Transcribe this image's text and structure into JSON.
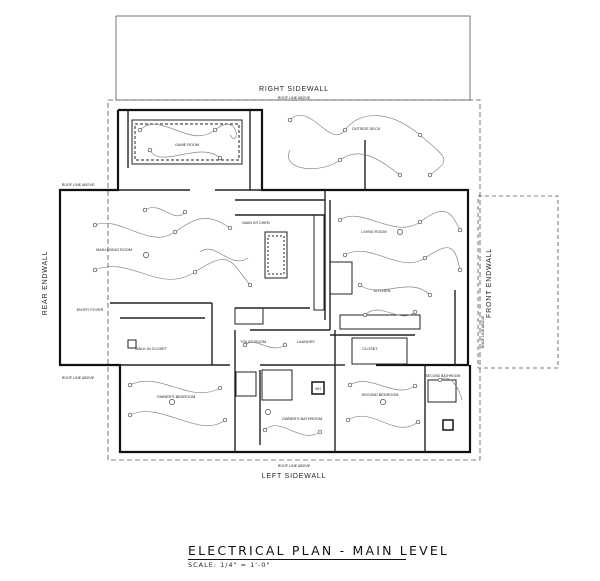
{
  "labels": {
    "right_sidewall": "RIGHT SIDEWALL",
    "left_sidewall": "LEFT SIDEWALL",
    "rear_endwall": "REAR ENDWALL",
    "front_endwall": "FRONT ENDWALL",
    "roof_line_top": "ROOF LINE ABOVE",
    "roof_line_bottom": "ROOF LINE ABOVE",
    "roof_line_rear_top": "ROOF LINE ABOVE",
    "roof_line_rear_bottom": "ROOF LINE ABOVE",
    "roof_line_front": "ROOF LINE ABOVE"
  },
  "rooms": {
    "game_room": "GAME ROOM",
    "outside_deck": "OUTSIDE DECK",
    "main_kitchen": "MAIN KITCHEN",
    "main_living_room": "MAIN LIVING ROOM",
    "living_room": "LIVING ROOM",
    "kitchen": "KITCHEN",
    "entry_foyer": "ENTRY FOYER",
    "walk_in_closet": "WALK-IN CLOSET",
    "toilet_room": "TOILET ROOM",
    "laundry": "LAUNDRY",
    "closet": "CLOSET",
    "owners_bedroom": "OWNER'S BEDROOM",
    "owners_bathroom": "OWNER'S BATHROOM",
    "second_bedroom": "SECOND BEDROOM",
    "second_bathroom": "SECOND BATHROOM",
    "wh": "WH"
  },
  "title": {
    "text": "ELECTRICAL PLAN - MAIN LEVEL",
    "scale": "SCALE: 1/4\" = 1'-0\""
  }
}
